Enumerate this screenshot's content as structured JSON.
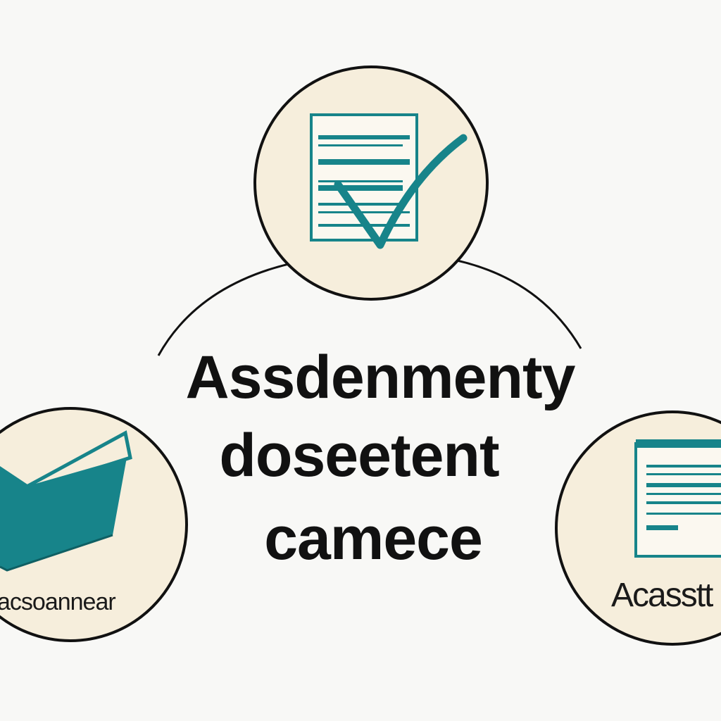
{
  "title": {
    "line1": "Assdenmenty",
    "line2": "dosееtent",
    "line3": "camece"
  },
  "nodes": {
    "top": {
      "icon": "checklist-document-icon"
    },
    "left": {
      "icon": "open-book-icon",
      "label": "acsoannear"
    },
    "right": {
      "icon": "text-document-icon",
      "label": "Acasstt"
    }
  },
  "colors": {
    "background": "#f8f8f6",
    "circle_fill": "#f6eedc",
    "stroke": "#111111",
    "accent": "#17848a"
  }
}
